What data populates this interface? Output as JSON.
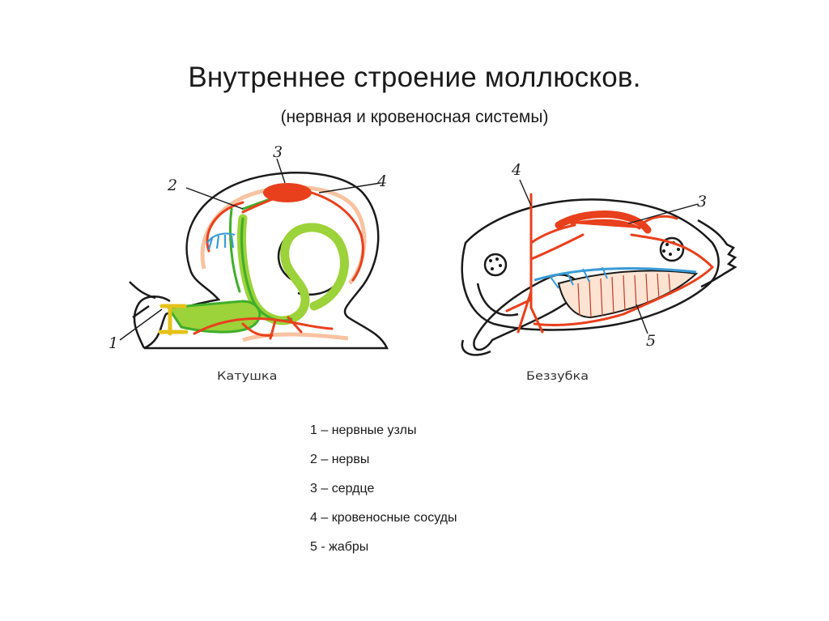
{
  "title": "Внутреннее строение моллюсков.",
  "subtitle": "(нервная и кровеносная системы)",
  "figures": {
    "snail": {
      "caption": "Катушка",
      "labels": {
        "n1": "1",
        "n2": "2",
        "n3": "3",
        "n4": "4"
      }
    },
    "mussel": {
      "caption": "Беззубка",
      "labels": {
        "n3": "3",
        "n4": "4",
        "n5": "5"
      }
    }
  },
  "legend": [
    "1 – нервные узлы",
    "2 – нервы",
    "3 – сердце",
    "4 – кровеносные сосуды",
    "5 - жабры"
  ],
  "colors": {
    "outline": "#1a1a1a",
    "blood": "#e8401c",
    "nerve": "#9cd23a",
    "nerve_dark": "#3fae2a",
    "gills": "#3a9bd6",
    "tissue": "#f6b48a"
  }
}
